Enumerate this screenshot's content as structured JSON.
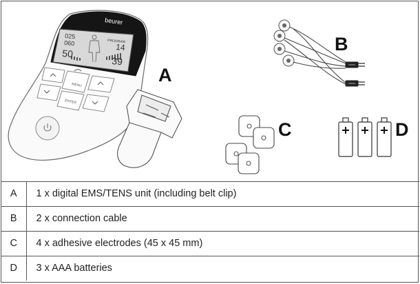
{
  "figure": {
    "device_brand": "beurer",
    "display_readouts": [
      "025",
      "060",
      "PROGRAM",
      "14",
      "50",
      "39"
    ],
    "button_labels": [
      "MENU",
      "ENTER"
    ],
    "callouts": [
      "A",
      "B",
      "C",
      "D"
    ]
  },
  "items": [
    {
      "key": "A",
      "text": "1 x digital EMS/TENS unit (including belt clip)"
    },
    {
      "key": "B",
      "text": "2 x connection cable"
    },
    {
      "key": "C",
      "text": "4 x adhesive electrodes (45 x 45 mm)"
    },
    {
      "key": "D",
      "text": "3 x AAA batteries"
    }
  ]
}
